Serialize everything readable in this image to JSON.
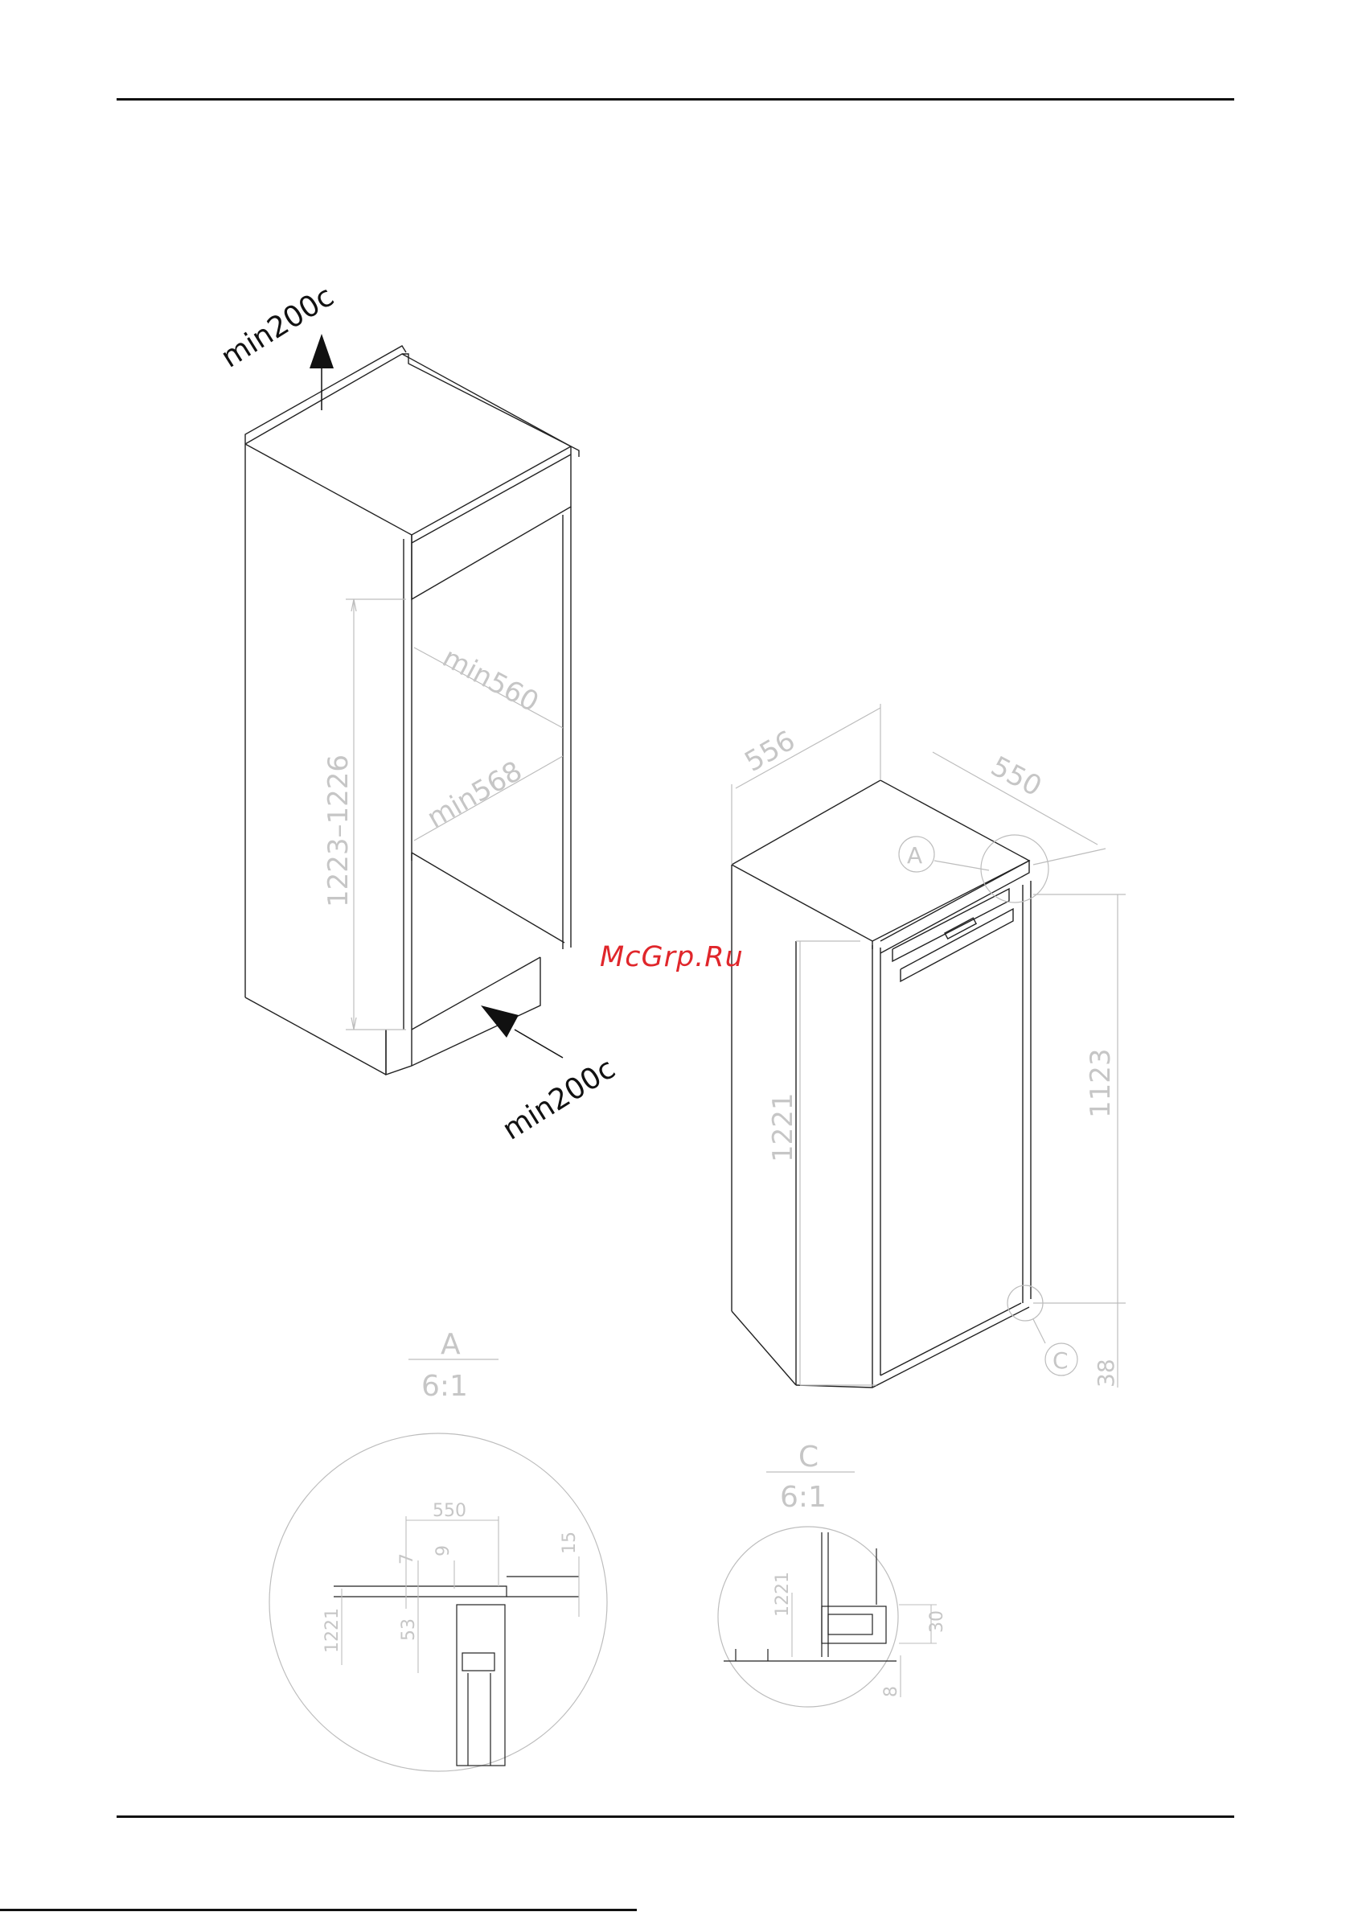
{
  "watermark": "McGrp.Ru",
  "niche_figure": {
    "top_clearance": "min200c",
    "bottom_clearance": "min200c",
    "depth": "min560",
    "width": "min568",
    "height": "1223–1226"
  },
  "appliance_figure": {
    "depth": "556",
    "width": "550",
    "detail_a_callout": "A",
    "detail_c_callout": "C",
    "door_height": "1221",
    "upper_height": "1123",
    "bottom_offset": "38"
  },
  "detail_a": {
    "title": "A",
    "scale": "6:1",
    "dim_550": "550",
    "dim_15": "15",
    "dim_7": "7",
    "dim_9": "9",
    "dim_1221": "1221",
    "dim_53": "53"
  },
  "detail_c": {
    "title": "C",
    "scale": "6:1",
    "dim_1221": "1221",
    "dim_30": "30",
    "dim_8": "8"
  }
}
